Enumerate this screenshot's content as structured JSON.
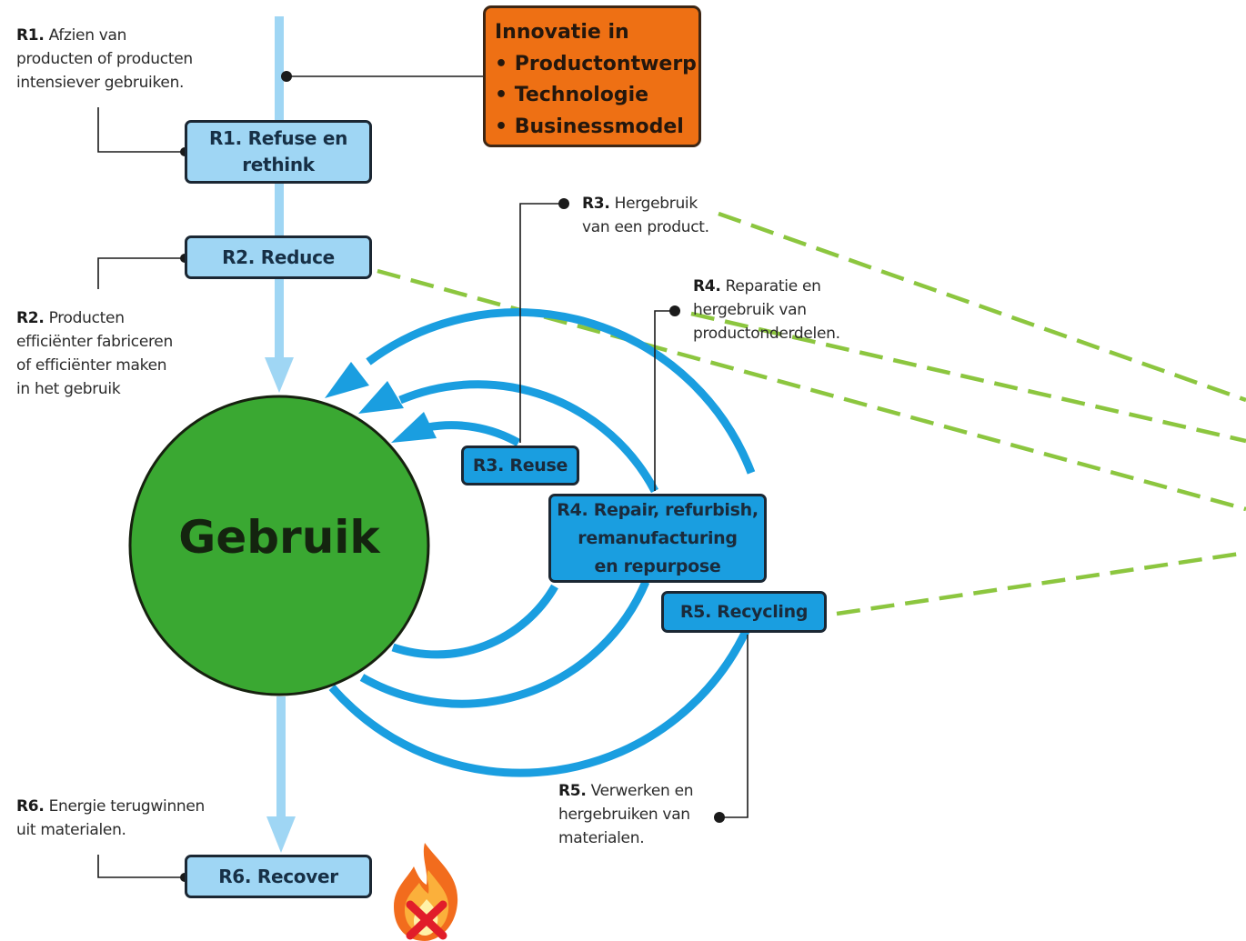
{
  "colors": {
    "light_flow": "#9fd6f4",
    "cycle_blue": "#1a9ee0",
    "gebruik_green": "#3aa832",
    "innovation_orange": "#ee7014",
    "dashed_green": "#8cc63f"
  },
  "innovation": {
    "title": "Innovatie in",
    "items": [
      "Productontwerp",
      "Technologie",
      "Businessmodel"
    ]
  },
  "center": {
    "label": "Gebruik"
  },
  "boxes": {
    "r1": {
      "line1": "R1. Refuse en",
      "line2": "rethink"
    },
    "r2": {
      "label": "R2. Reduce"
    },
    "r3": {
      "label": "R3. Reuse"
    },
    "r4": {
      "line1": "R4. Repair, refurbish,",
      "line2": "remanufacturing",
      "line3": "en repurpose"
    },
    "r5": {
      "label": "R5. Recycling"
    },
    "r6": {
      "label": "R6. Recover"
    }
  },
  "notes": {
    "r1": {
      "code": "R1.",
      "l1": "Afzien van",
      "l2": "producten of producten",
      "l3": "intensiever gebruiken."
    },
    "r2": {
      "code": "R2.",
      "l1": "Producten",
      "l2": "efficiënter fabriceren",
      "l3": "of efficiënter maken",
      "l4": "in het gebruik"
    },
    "r3": {
      "code": "R3.",
      "l1": "Hergebruik",
      "l2": "van een product."
    },
    "r4": {
      "code": "R4.",
      "l1": "Reparatie en",
      "l2": "hergebruik van",
      "l3": "productonderdelen."
    },
    "r5": {
      "code": "R5.",
      "l1": "Verwerken en",
      "l2": "hergebruiken van",
      "l3": "materialen."
    },
    "r6": {
      "code": "R6.",
      "l1": "Energie terugwinnen",
      "l2": "uit materialen."
    }
  },
  "icons": {
    "recover": "fire-crossed-icon"
  }
}
